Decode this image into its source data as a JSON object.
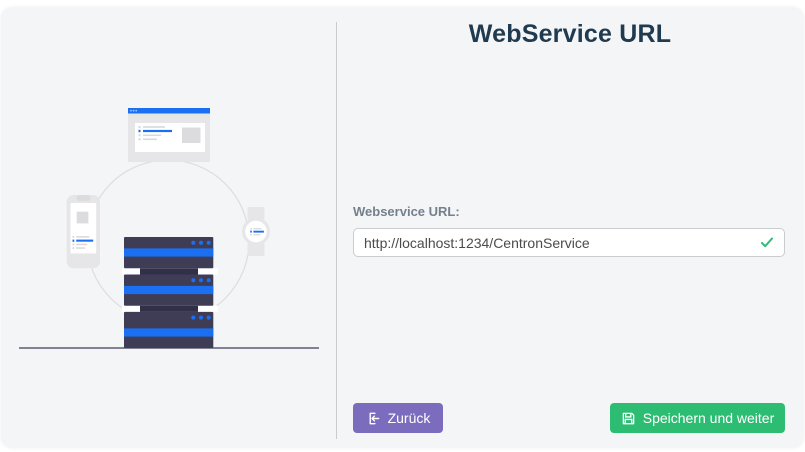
{
  "window": {
    "background": "#ffffff",
    "card_background": "#f4f5f7"
  },
  "header": {
    "title": "WebService URL",
    "title_color": "#203a50"
  },
  "form": {
    "label": "Webservice URL:",
    "value": "http://localhost:1234/CentronService",
    "validation": {
      "state": "valid",
      "icon": "check-icon",
      "color": "#2ebd77"
    }
  },
  "footer": {
    "back_button": {
      "label": "Zurück",
      "icon": "box-arrow-in-left-icon",
      "color": "#7c6cbd"
    },
    "save_button": {
      "label": "Speichern und weiter",
      "icon": "save-floppy-icon",
      "color": "#2dbd72"
    }
  },
  "illustration": {
    "description": "devices-connected-to-server",
    "elements": [
      "connection-circle",
      "browser-window",
      "smartphone",
      "smartwatch",
      "server-rack",
      "ground-line"
    ],
    "accent_color": "#1b6ff2",
    "server_color": "#3f3d56",
    "device_color": "#e6e6e9"
  }
}
